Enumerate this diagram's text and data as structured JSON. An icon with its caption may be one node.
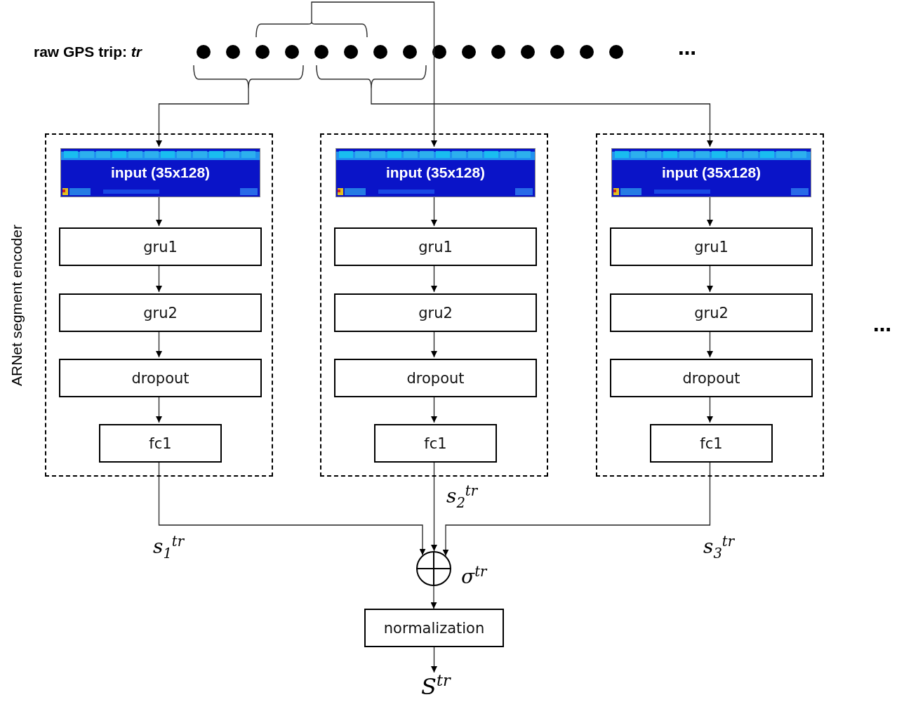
{
  "diagram": {
    "nodes": [
      {
        "text": [],
        "shape": "bracket"
      },
      {
        "text": [],
        "shape": "bracket"
      },
      {
        "text": [],
        "shape": "bracket"
      },
      {
        "text": [
          "ARNet segment encoder"
        ]
      },
      {
        "text": [
          "input (35x128)"
        ],
        "in": 3
      },
      {
        "text": [
          "gru1"
        ],
        "in": 3
      },
      {
        "text": [
          "gru2"
        ],
        "in": 3
      },
      {
        "text": [
          "dropout"
        ],
        "in": 3
      },
      {
        "text": [
          "fc1"
        ],
        "in": 3
      },
      {
        "text": [],
        "shape": "box"
      },
      {
        "text": [
          "input (35x128)"
        ],
        "in": 9
      },
      {
        "text": [
          "gru1"
        ],
        "in": 9
      },
      {
        "text": [
          "gru2"
        ],
        "in": 9
      },
      {
        "text": [
          "dropout"
        ],
        "in": 9
      },
      {
        "text": [
          "fc1"
        ],
        "in": 9
      },
      {
        "text": [],
        "shape": "box"
      },
      {
        "text": [
          "input (35x128)"
        ],
        "in": 15
      },
      {
        "text": [
          "gru1"
        ],
        "in": 15
      },
      {
        "text": [
          "gru2"
        ],
        "in": 15
      },
      {
        "text": [
          "dropout"
        ],
        "in": 15
      },
      {
        "text": [
          "fc1"
        ],
        "in": 15
      },
      {
        "text": [],
        "shape": "circle",
        "beside": [
          "σ$^{tr}$"
        ]
      },
      {
        "text": [
          "normalization"
        ]
      },
      {
        "text": [
          "S$^{tr}$"
        ]
      }
    ],
    "edges": [
      {
        "from": 0,
        "to": 4,
        "arrow": "to"
      },
      {
        "from": 1,
        "to": 10,
        "arrow": "to"
      },
      {
        "from": 2,
        "to": 16,
        "arrow": "to"
      },
      {
        "from": 4,
        "to": 5,
        "arrow": "to"
      },
      {
        "from": 5,
        "to": 6,
        "arrow": "to"
      },
      {
        "from": 6,
        "to": 7,
        "arrow": "to"
      },
      {
        "from": 7,
        "to": 8,
        "arrow": "to"
      },
      {
        "from": 10,
        "to": 11,
        "arrow": "to"
      },
      {
        "from": 11,
        "to": 12,
        "arrow": "to"
      },
      {
        "from": 12,
        "to": 13,
        "arrow": "to"
      },
      {
        "from": 13,
        "to": 14,
        "arrow": "to"
      },
      {
        "from": 16,
        "to": 17,
        "arrow": "to"
      },
      {
        "from": 17,
        "to": 18,
        "arrow": "to"
      },
      {
        "from": 18,
        "to": 19,
        "arrow": "to"
      },
      {
        "from": 19,
        "to": 20,
        "arrow": "to"
      },
      {
        "from": 8,
        "to": 21,
        "arrow": "to",
        "label": "s$_{1}$$^{tr}$"
      },
      {
        "from": 14,
        "to": 21,
        "arrow": "to",
        "label": "s$_{2}$$^{tr}$"
      },
      {
        "from": 20,
        "to": 21,
        "arrow": "to",
        "label": "s$_{3}$$^{tr}$"
      },
      {
        "from": 21,
        "to": 22,
        "arrow": "to"
      },
      {
        "from": 22,
        "to": 23,
        "arrow": "to"
      }
    ],
    "labels": [
      "raw GPS trip: *tr*",
      "…",
      "…"
    ]
  }
}
